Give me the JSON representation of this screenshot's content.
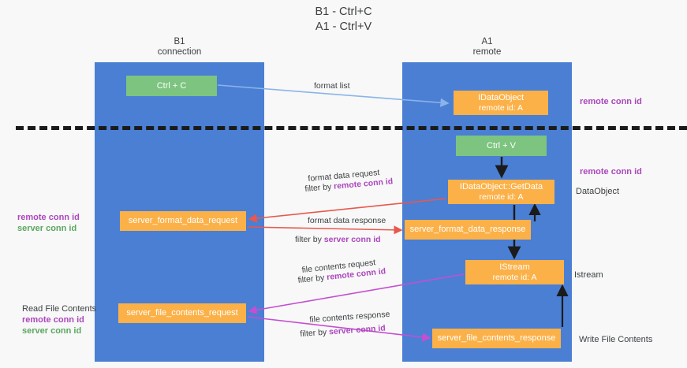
{
  "title": {
    "line1": "B1 - Ctrl+C",
    "line2": "A1 - Ctrl+V"
  },
  "lanes": [
    {
      "id": "b1",
      "name": "B1",
      "role": "connection"
    },
    {
      "id": "a1",
      "name": "A1",
      "role": "remote"
    }
  ],
  "boxes": {
    "ctrl_c": {
      "line1": "Ctrl + C",
      "line2": "",
      "color": "#7cc47f"
    },
    "idataobject": {
      "line1": "IDataObject",
      "line2": "remote id: A",
      "color": "#fbb148"
    },
    "ctrl_v": {
      "line1": "Ctrl + V",
      "line2": "",
      "color": "#7cc47f"
    },
    "getdata": {
      "line1": "IDataObject::GetData",
      "line2": "remote id: A",
      "color": "#fbb148"
    },
    "server_format_data_request": {
      "line1": "server_format_data_request",
      "line2": "",
      "color": "#fbb148"
    },
    "server_format_data_response": {
      "line1": "server_format_data_response",
      "line2": "",
      "color": "#fbb148"
    },
    "istream": {
      "line1": "IStream",
      "line2": "remote id: A",
      "color": "#fbb148"
    },
    "server_file_contents_request": {
      "line1": "server_file_contents_request",
      "line2": "",
      "color": "#fbb148"
    },
    "server_file_contents_response": {
      "line1": "server_file_contents_response",
      "line2": "",
      "color": "#fbb148"
    }
  },
  "arrow_labels": {
    "format_list": "format list",
    "format_data_request": "format data request",
    "format_data_request_filter_prefix": "filter by ",
    "format_data_request_filter_key": "remote conn id",
    "format_data_response": "format data response",
    "format_data_response_filter_prefix": "filter by ",
    "format_data_response_filter_key": "server conn id",
    "file_contents_request": "file contents request",
    "file_contents_request_filter_prefix": "filter by ",
    "file_contents_request_filter_key": "remote conn id",
    "file_contents_response": "file contents response",
    "file_contents_response_filter_prefix": "filter by ",
    "file_contents_response_filter_key": "server conn id"
  },
  "side_labels": {
    "right_remote_conn_id_top": "remote conn id",
    "right_remote_conn_id_mid": "remote conn id",
    "right_dataobject": "DataObject",
    "right_istream": "Istream",
    "right_write_file_contents": "Write File Contents",
    "left_read_file_contents": "Read File Contents",
    "left_remote_conn_id_a": "remote conn id",
    "left_server_conn_id_a": "server conn id",
    "left_remote_conn_id_b": "remote conn id",
    "left_server_conn_id_b": "server conn id"
  },
  "colors": {
    "lane": "#4a7fd4",
    "green_box": "#7cc47f",
    "orange_box": "#fbb148",
    "purple_text": "#ab47bc",
    "green_text": "#5aa75e",
    "arrow_blue": "#8ab4e8",
    "arrow_black": "#1b1b1b",
    "arrow_red": "#e8584c",
    "arrow_magenta": "#c54fd0",
    "divider": "#1b1b1b",
    "background": "#f8f8f8"
  }
}
